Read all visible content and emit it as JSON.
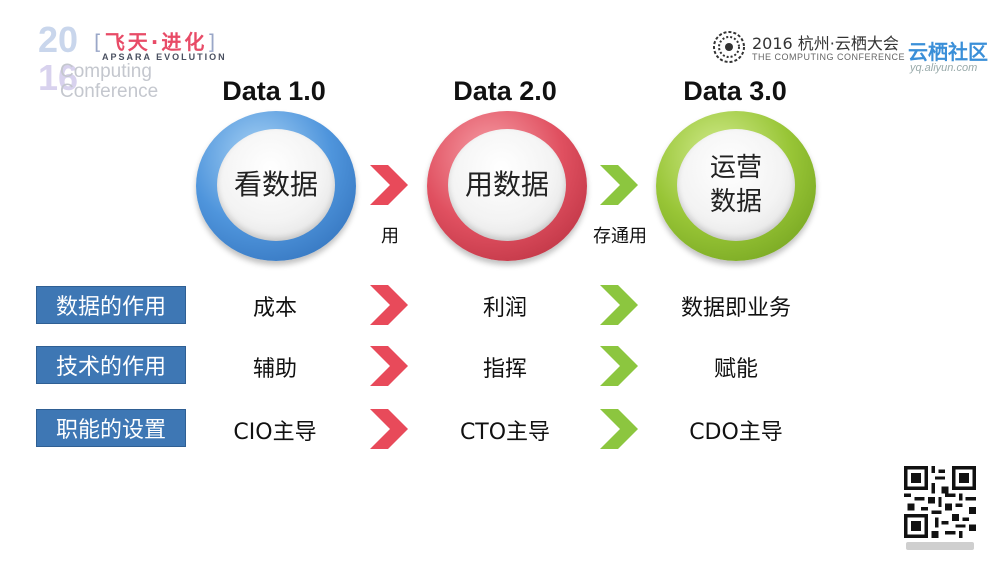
{
  "logo_left": {
    "year_top": "20",
    "year_bottom": "16",
    "brand_cn": "飞天·进化",
    "brand_en": "APSARA EVOLUTION",
    "conf_line1": "Computing",
    "conf_line2": "Conference"
  },
  "logo_right": {
    "line1": "2016 杭州·云栖大会",
    "line2": "THE COMPUTING CONFERENCE",
    "community": "云栖社区",
    "url": "yq.aliyun.com"
  },
  "stages": [
    {
      "title": "Data 1.0",
      "circle_text": "看数据",
      "color": "#4f95dc"
    },
    {
      "title": "Data 2.0",
      "circle_text": "用数据",
      "color": "#e05060"
    },
    {
      "title": "Data 3.0",
      "circle_text_line1": "运营",
      "circle_text_line2": "数据",
      "color": "#98c536"
    }
  ],
  "transitions": [
    {
      "label": "用",
      "color": "#e84a5a"
    },
    {
      "label": "存通用",
      "color": "#8cc63f"
    }
  ],
  "rows": [
    {
      "label": "数据的作用",
      "values": [
        "成本",
        "利润",
        "数据即业务"
      ]
    },
    {
      "label": "技术的作用",
      "values": [
        "辅助",
        "指挥",
        "赋能"
      ]
    },
    {
      "label": "职能的设置",
      "values": [
        "CIO主导",
        "CTO主导",
        "CDO主导"
      ]
    }
  ],
  "colors": {
    "row_label_bg": "#3e77b4",
    "chevron_red": "#e84a5a",
    "chevron_green": "#8cc63f"
  }
}
